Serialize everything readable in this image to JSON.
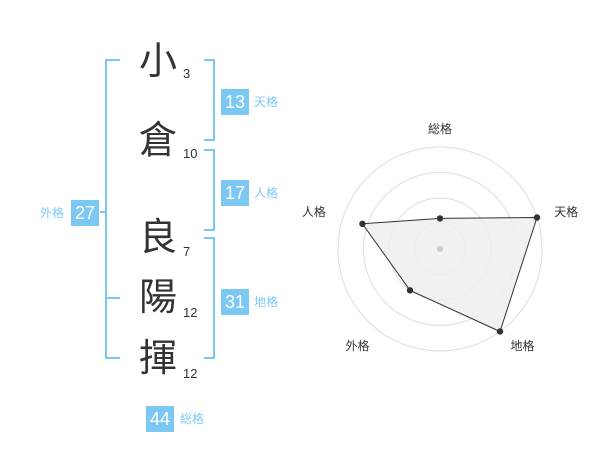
{
  "name": {
    "characters": [
      {
        "char": "小",
        "strokes": "3"
      },
      {
        "char": "倉",
        "strokes": "10"
      },
      {
        "char": "良",
        "strokes": "7"
      },
      {
        "char": "陽",
        "strokes": "12"
      },
      {
        "char": "揮",
        "strokes": "12"
      }
    ]
  },
  "fortune": {
    "tenkaku": {
      "value": "13",
      "label": "天格"
    },
    "jinkaku": {
      "value": "17",
      "label": "人格"
    },
    "chikaku": {
      "value": "31",
      "label": "地格"
    },
    "gaikaku": {
      "value": "27",
      "label": "外格"
    },
    "soukaku": {
      "value": "44",
      "label": "総格"
    }
  },
  "colors": {
    "accent": "#7cc8f4",
    "text": "#333333",
    "grid": "#dddddd",
    "fill": "#eeeeee"
  },
  "chart_data": {
    "type": "radar",
    "axes": [
      "総格",
      "天格",
      "地格",
      "外格",
      "人格"
    ],
    "values": [
      1.5,
      5,
      5,
      2.5,
      4
    ],
    "scale_max": 5,
    "rings": 4
  }
}
